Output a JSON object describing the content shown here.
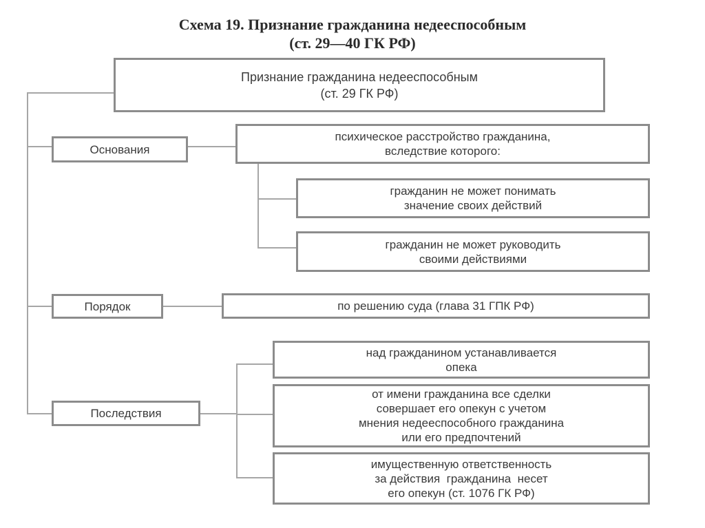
{
  "title": {
    "line1": "Схема 19. Признание гражданина недееспособным",
    "line2": "(ст. 29—40 ГК РФ)"
  },
  "root": {
    "line1": "Признание гражданина недееспособным",
    "line2": "(ст. 29 ГК РФ)"
  },
  "grounds": {
    "label": "Основания",
    "main": {
      "line1": "психическое расстройство гражданина,",
      "line2": "вследствие которого:"
    },
    "items": [
      {
        "line1": "гражданин не может понимать",
        "line2": "значение своих действий"
      },
      {
        "line1": "гражданин не может руководить",
        "line2": "своими действиями"
      }
    ]
  },
  "procedure": {
    "label": "Порядок",
    "text": "по решению суда (глава 31 ГПК РФ)"
  },
  "consequences": {
    "label": "Последствия",
    "items": [
      {
        "lines": [
          "над гражданином устанавливается",
          "опека"
        ]
      },
      {
        "lines": [
          "от имени гражданина все сделки",
          "совершает его опекун с учетом",
          "мнения недееспособного гражданина",
          "или его предпочтений"
        ]
      },
      {
        "lines": [
          "имущественную ответственность",
          "за действия  гражданина  несет",
          "его опекун (ст. 1076 ГК РФ)"
        ]
      }
    ]
  }
}
